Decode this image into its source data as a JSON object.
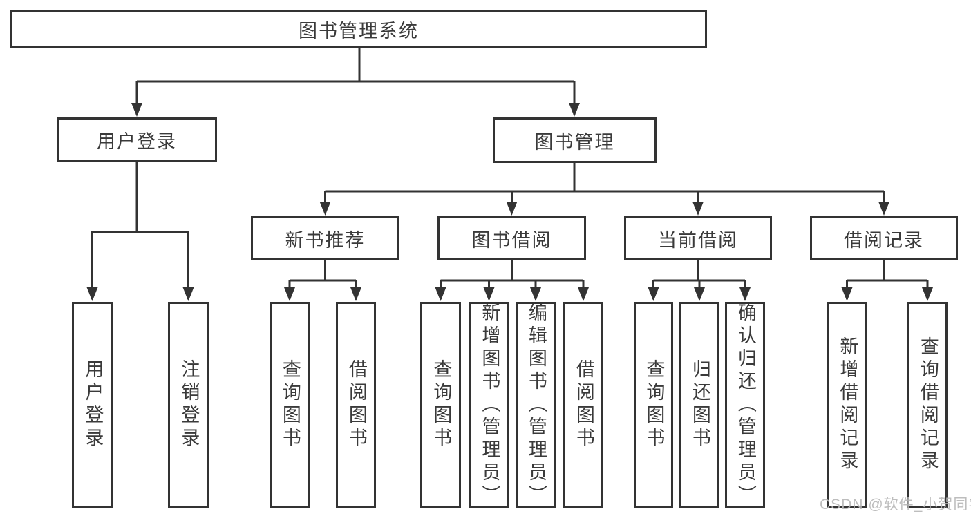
{
  "diagram": {
    "root": {
      "label": "图书管理系统"
    },
    "branches": [
      {
        "label": "用户登录",
        "leaves": [
          "用户登录",
          "注销登录"
        ]
      },
      {
        "label": "图书管理",
        "groups": [
          {
            "label": "新书推荐",
            "leaves": [
              "查询图书",
              "借阅图书"
            ]
          },
          {
            "label": "图书借阅",
            "leaves": [
              "查询图书",
              "新增图书（管理员）",
              "编辑图书（管理员）",
              "借阅图书"
            ]
          },
          {
            "label": "当前借阅",
            "leaves": [
              "查询图书",
              "归还图书",
              "确认归还（管理员）"
            ]
          },
          {
            "label": "借阅记录",
            "leaves": [
              "新增借阅记录",
              "查询借阅记录"
            ]
          }
        ]
      }
    ]
  },
  "watermark": {
    "text": "CSDN @软件_小贺同学"
  },
  "colors": {
    "line": "#333333",
    "border": "#333333",
    "text": "#3a3a3a",
    "background": "#ffffff",
    "watermark": "#b8b8b8"
  }
}
